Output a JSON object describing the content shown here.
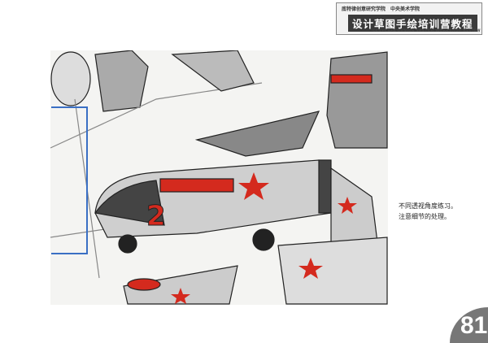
{
  "header": {
    "institutions": "底特律创意研究学院　中央美术学院",
    "title": "设计草图手绘培训营教程",
    "subtitle": "CCS+CAFA DESIGN SKETCH WORKSHOP REVIEW"
  },
  "artwork": {
    "fuselage_number": "2",
    "accent_color": "#d42a1e"
  },
  "caption": {
    "line1": "不同透视角度练习。",
    "line2": "注意细节的处理。"
  },
  "page_number": "81"
}
